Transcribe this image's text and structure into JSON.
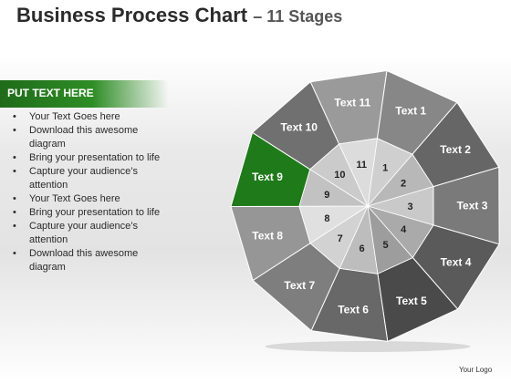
{
  "header": {
    "title_main": "Business Process Chart",
    "title_sub": "– 11 Stages"
  },
  "panel": {
    "heading": "PUT TEXT HERE",
    "bullets": [
      "Your Text Goes here",
      "Download this awesome diagram",
      "Bring your presentation to life",
      "Capture your audience’s attention",
      "Your Text Goes here",
      "Bring your presentation to life",
      "Capture your audience’s attention",
      "Download this awesome diagram"
    ]
  },
  "diagram": {
    "stages": [
      {
        "number": "1",
        "label": "Text 1"
      },
      {
        "number": "2",
        "label": "Text 2"
      },
      {
        "number": "3",
        "label": "Text 3"
      },
      {
        "number": "4",
        "label": "Text 4"
      },
      {
        "number": "5",
        "label": "Text 5"
      },
      {
        "number": "6",
        "label": "Text 6"
      },
      {
        "number": "7",
        "label": "Text 7"
      },
      {
        "number": "8",
        "label": "Text 8"
      },
      {
        "number": "9",
        "label": "Text 9"
      },
      {
        "number": "10",
        "label": "Text 10"
      },
      {
        "number": "11",
        "label": "Text 11"
      }
    ],
    "highlighted_stage": 9,
    "colors": {
      "highlight": "#1f7a1a",
      "outer_shades": [
        "#878787",
        "#666666",
        "#7a7a7a",
        "#5a5a5a",
        "#4a4a4a",
        "#686868",
        "#7e7e7e",
        "#969696",
        "#1f7a1a",
        "#707070",
        "#9a9a9a"
      ],
      "inner_shades": [
        "#cfcfcf",
        "#b8b8b8",
        "#c9c9c9",
        "#aaaaaa",
        "#9d9d9d",
        "#bdbdbd",
        "#d2d2d2",
        "#e0e0e0",
        "#c2c2c2",
        "#cbcbcb",
        "#dcdcdc"
      ]
    }
  },
  "footer": {
    "logo_text": "Your Logo"
  }
}
